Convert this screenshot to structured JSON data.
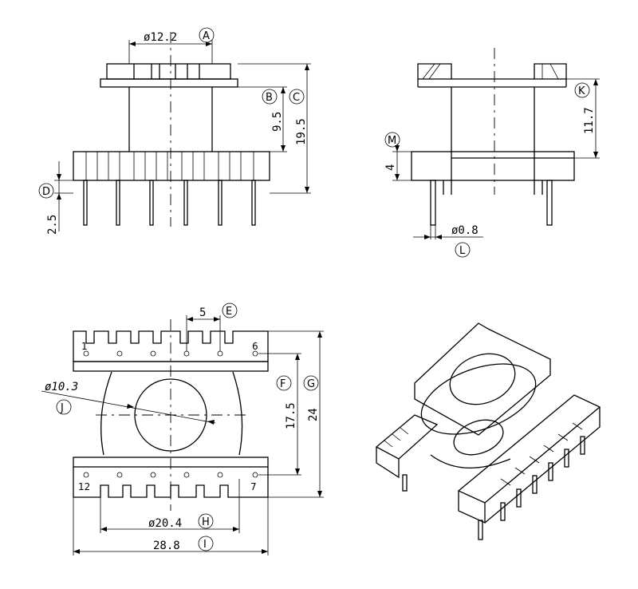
{
  "top_view": {
    "dim_a": "ø12.2",
    "dim_b": "9.5",
    "dim_c": "19.5",
    "dim_d": "2.5"
  },
  "side_view": {
    "dim_k": "11.7",
    "dim_m": "4",
    "dim_l": "ø0.8"
  },
  "bottom_view": {
    "dim_e": "5",
    "dim_f": "17.5",
    "dim_g": "24",
    "dim_j": "ø10.3",
    "dim_h": "ø20.4",
    "dim_i": "28.8",
    "pin_1": "1",
    "pin_6": "6",
    "pin_7": "7",
    "pin_12": "12"
  },
  "callouts": {
    "a": "A",
    "b": "B",
    "c": "C",
    "d": "D",
    "e": "E",
    "f": "F",
    "g": "G",
    "h": "H",
    "i": "I",
    "j": "J",
    "k": "K",
    "l": "L",
    "m": "M"
  }
}
